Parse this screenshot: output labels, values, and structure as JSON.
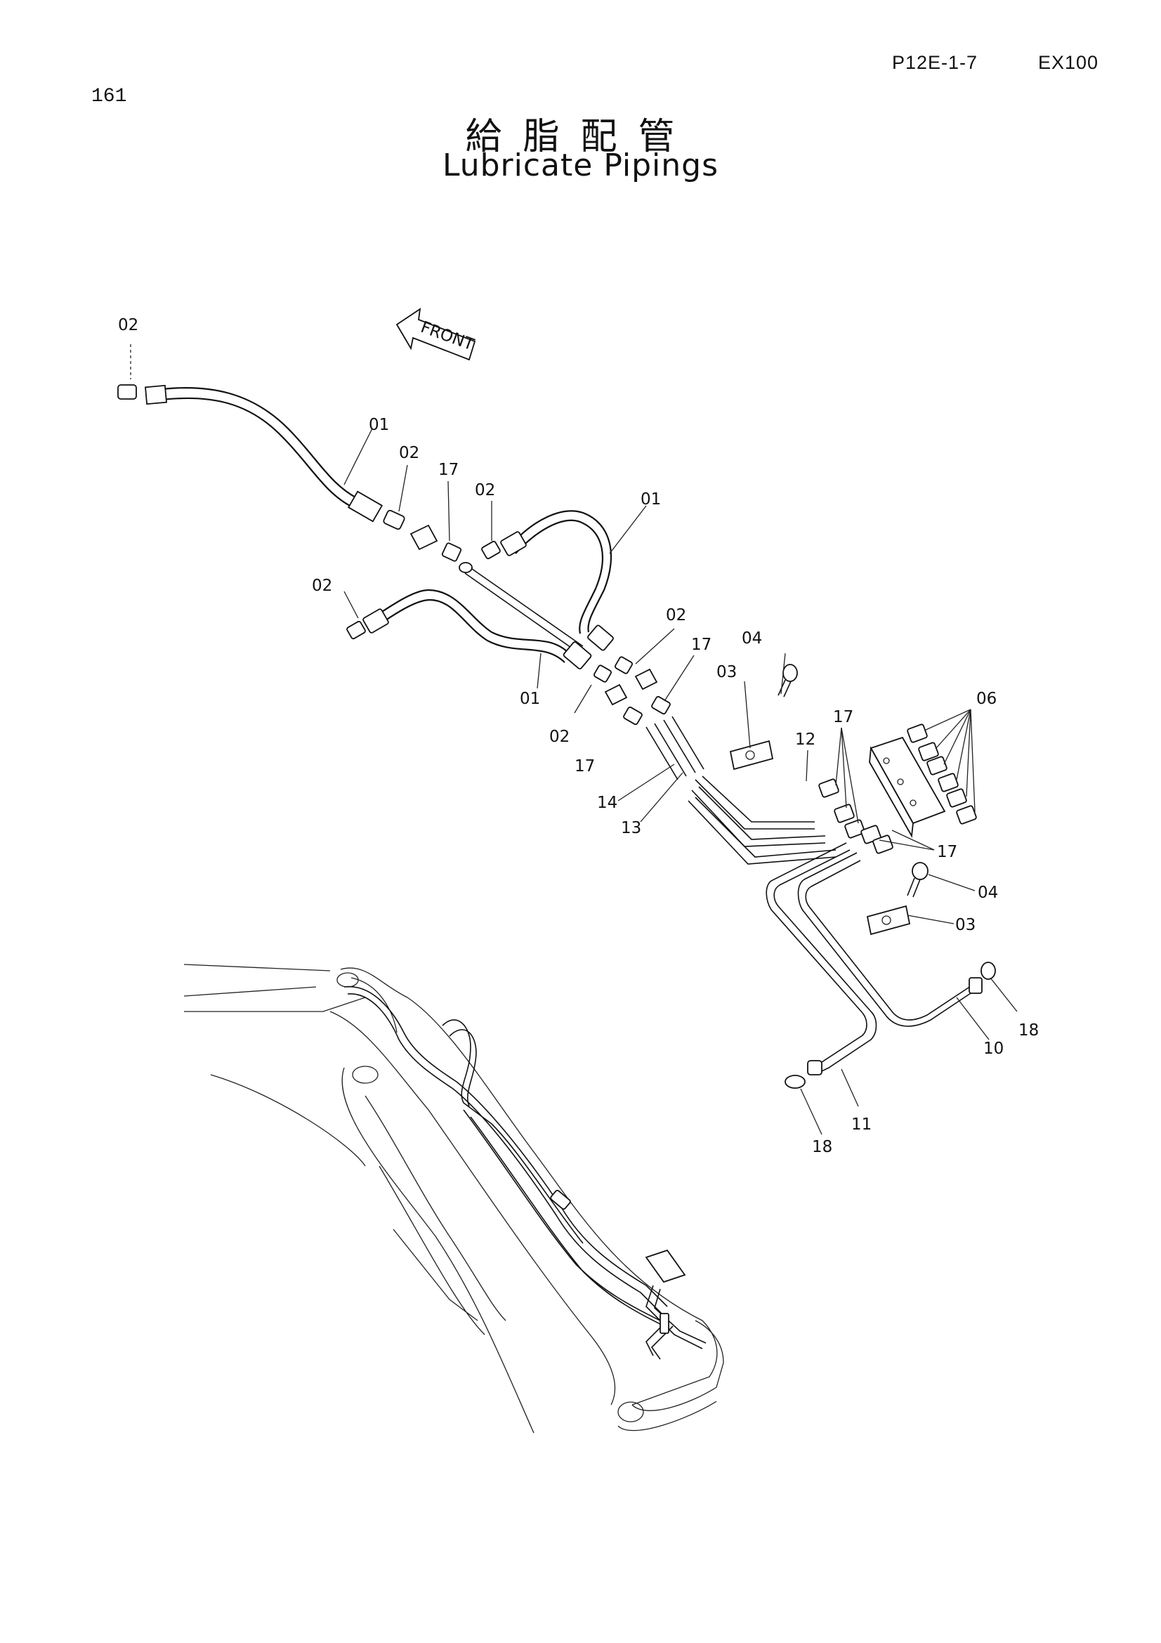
{
  "header": {
    "page_number": "161",
    "page_code": "P12E-1-7",
    "model": "EX100",
    "title_ja": "給脂配管",
    "title_en": "Lubricate Pipings"
  },
  "diagram": {
    "front_arrow_label": "FRONT",
    "callouts": {
      "c_02a": "02",
      "c_01a": "01",
      "c_02b": "02",
      "c_17a": "17",
      "c_02c": "02",
      "c_01b": "01",
      "c_02d": "02",
      "c_02e": "02",
      "c_01c": "01",
      "c_02f": "02",
      "c_17b": "17",
      "c_17c": "17",
      "c_04a": "04",
      "c_03a": "03",
      "c_12": "12",
      "c_17d": "17",
      "c_06": "06",
      "c_14": "14",
      "c_13": "13",
      "c_17e": "17",
      "c_04b": "04",
      "c_03b": "03",
      "c_18a": "18",
      "c_10": "10",
      "c_11": "11",
      "c_18b": "18"
    }
  }
}
